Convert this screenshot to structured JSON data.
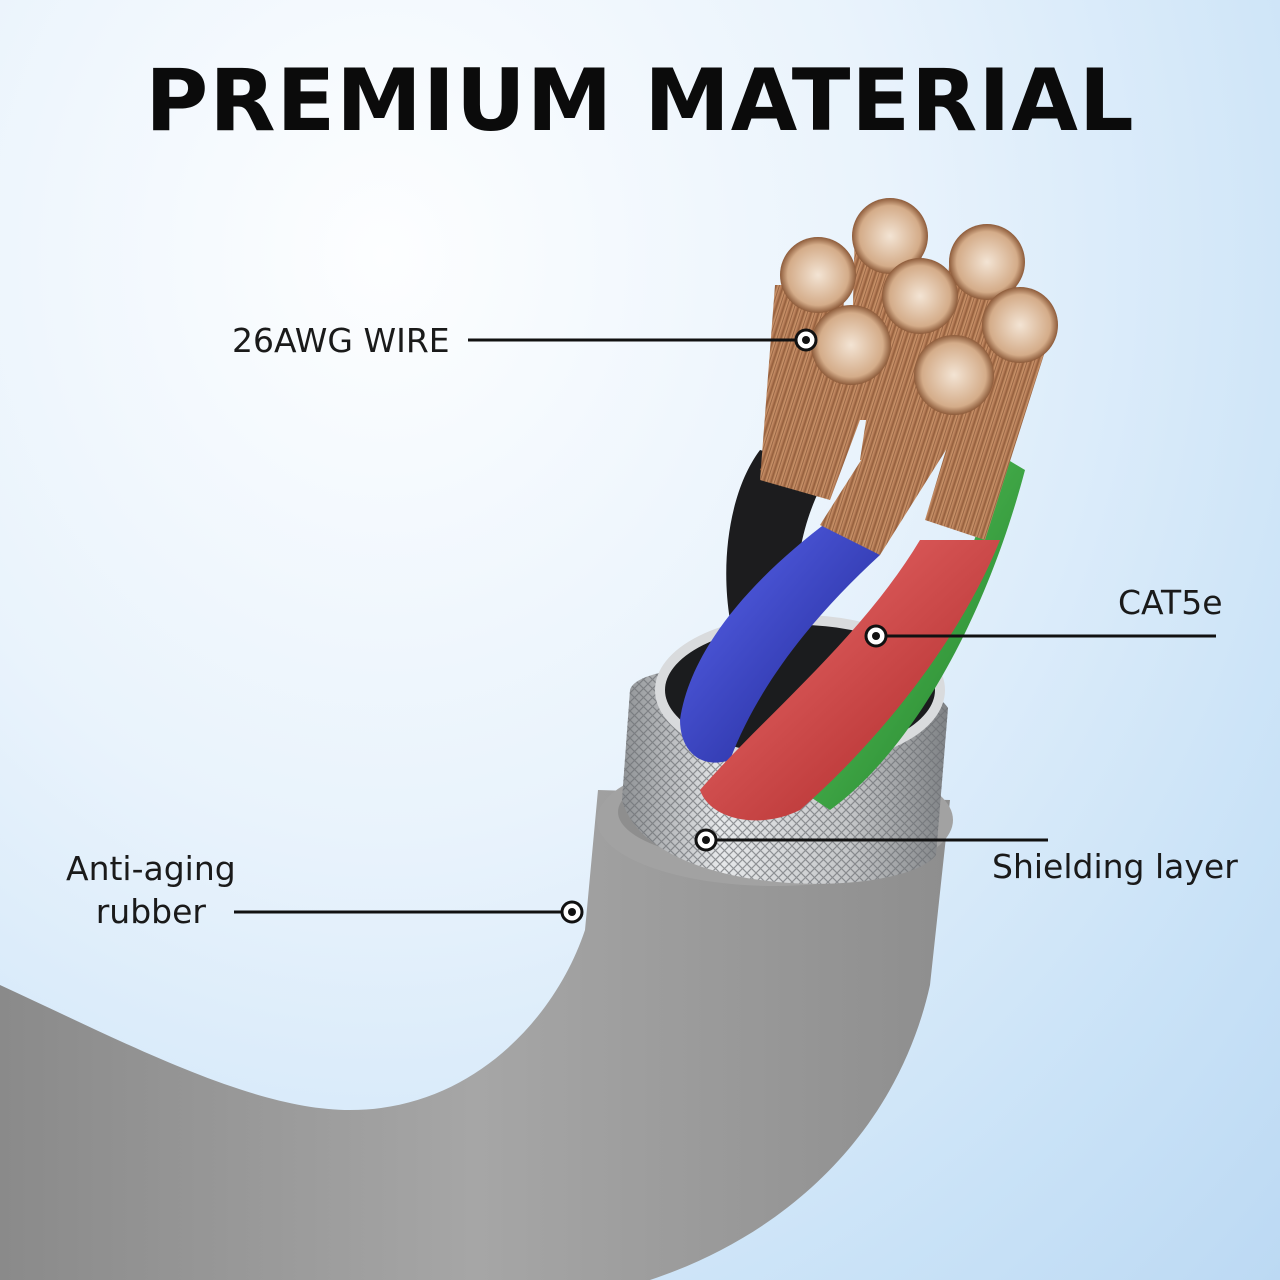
{
  "title": "PREMIUM MATERIAL",
  "callouts": {
    "wire": "26AWG WIRE",
    "cat5e": "CAT5e",
    "shielding": "Shielding layer",
    "rubber_line1": "Anti-aging",
    "rubber_line2": "rubber"
  },
  "colors": {
    "jacket": "#9c9c9c",
    "shield": "#c8cacc",
    "copper": "#c98c5e",
    "blue_wire": "#2b36c9",
    "red_wire": "#d43c3c",
    "green_wire": "#33a33a",
    "black_wire": "#1c1c1e",
    "title_text": "#0b0b0b"
  }
}
